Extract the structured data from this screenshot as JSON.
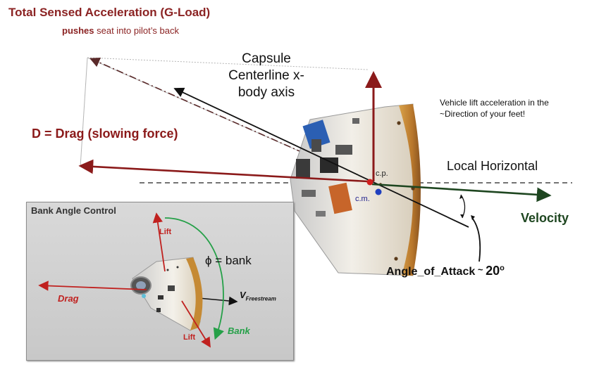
{
  "labels": {
    "total_accel": "Total Sensed Acceleration (G-Load)",
    "pushes_prefix": "pushes",
    "pushes_suffix": " seat into pilot’s back",
    "centerline": "Capsule Centerline x-body axis",
    "drag": "D = Drag (slowing force)",
    "lift_accel": "Vehicle lift acceleration in the ~Direction of your feet!",
    "local_horizontal": "Local Horizontal",
    "velocity": "Velocity",
    "aoa_text": "Angle_of_Attack",
    "aoa_approx": " ~ ",
    "aoa_value": "20",
    "aoa_unit": "o",
    "cp": "c.p.",
    "cm": "c.m."
  },
  "inset": {
    "title": "Bank Angle Control",
    "lift_top": "Lift",
    "lift_bottom": "Lift",
    "drag": "Drag",
    "phi_bank": "ϕ = bank",
    "v_main": "V",
    "v_sub": "Freestream",
    "bank": "Bank"
  },
  "colors": {
    "drag": "#8b1a1a",
    "gload": "#8b2323",
    "velocity": "#1e4620",
    "lift_red": "#c0211f",
    "bank_green": "#25a048",
    "cm_dot": "#1f3fbf"
  },
  "angle_of_attack_deg": 20
}
